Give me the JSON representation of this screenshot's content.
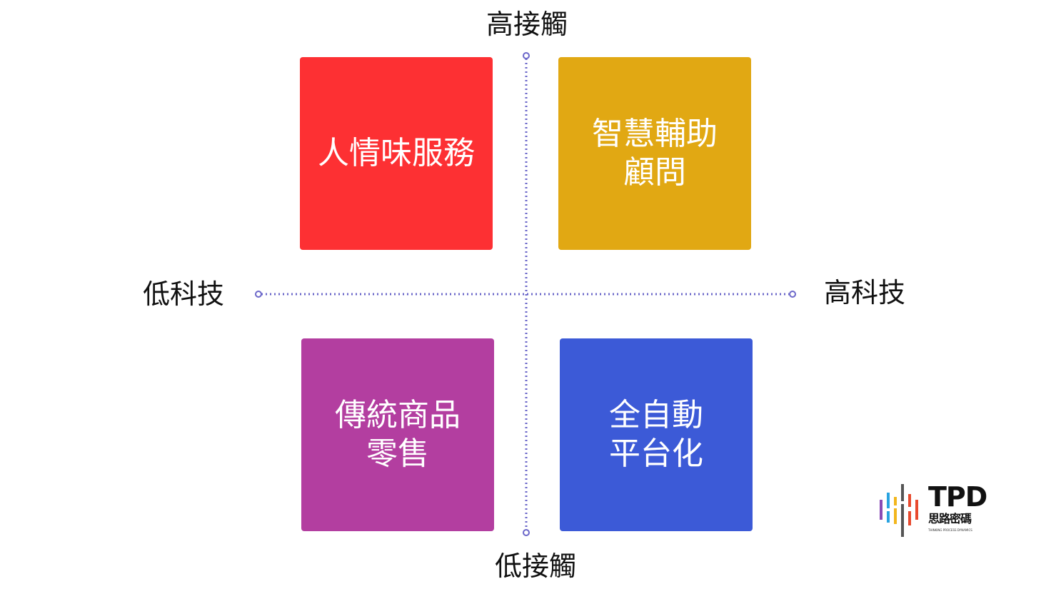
{
  "axes": {
    "top": "高接觸",
    "bottom": "低接觸",
    "left": "低科技",
    "right": "高科技",
    "line_color": "#6b67c9"
  },
  "quadrants": [
    {
      "lines": [
        "人情味服務"
      ],
      "color": "#fd3033"
    },
    {
      "lines": [
        "智慧輔助",
        "顧問"
      ],
      "color": "#e1a813"
    },
    {
      "lines": [
        "傳統商品",
        "零售"
      ],
      "color": "#b33ea0"
    },
    {
      "lines": [
        "全自動",
        "平台化"
      ],
      "color": "#3c5ad7"
    }
  ],
  "logo": {
    "title": "TPD",
    "subtitle": "思路密碼",
    "tagline": "THINKING PROCESS DYNAMICS"
  }
}
